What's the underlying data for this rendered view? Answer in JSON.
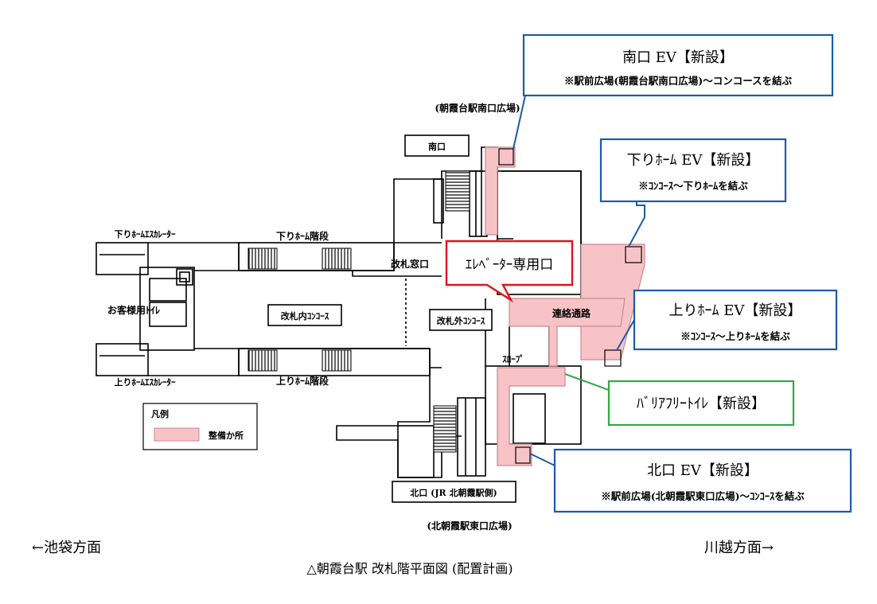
{
  "colors": {
    "highlight": "#f7c3c6",
    "highlight_stroke": "#c98a8f",
    "callout_blue": "#1f5aa8",
    "callout_red": "#e0141e",
    "callout_green": "#33a84a",
    "wall": "#000000"
  },
  "callouts": {
    "south_ev": {
      "title": "南口 EV【新設】",
      "sub": "※駅前広場(朝霞台駅南口広場)～コンコースを結ぶ"
    },
    "down_ev": {
      "title": "下りﾎｰﾑ EV【新設】",
      "sub": "※ｺﾝｺｰｽ～下りﾎｰﾑを結ぶ"
    },
    "up_ev": {
      "title": "上りﾎｰﾑ EV【新設】",
      "sub": "※ｺﾝｺｰｽ～上りﾎｰﾑを結ぶ"
    },
    "barrier_free": {
      "title": "ﾊﾞﾘｱﾌﾘｰﾄｲﾚ【新設】"
    },
    "north_ev": {
      "title": "北口 EV【新設】",
      "sub": "※駅前広場(北朝霞駅東口広場)～ｺﾝｺｰｽを結ぶ"
    },
    "elevator_only": {
      "title": "ｴﾚﾍﾞｰﾀｰ専用口"
    }
  },
  "labels": {
    "south_plaza": "(朝霞台駅南口広場)",
    "south_exit": "南口",
    "down_escalator": "下りﾎｰﾑｴｽｶﾚｰﾀｰ",
    "down_stairs": "下りﾎｰﾑ階段",
    "ticket_office": "改札窓口",
    "restroom": "お客様用ﾄｲﾚ",
    "inside_concourse": "改札内ｺﾝｺｰｽ",
    "outside_concourse": "改札外ｺﾝｺｰｽ",
    "connecting_passage": "連絡通路",
    "slope": "ｽﾛｰﾌﾟ",
    "up_escalator": "上りﾎｰﾑｴｽｶﾚｰﾀｰ",
    "up_stairs": "上りﾎｰﾑ階段",
    "north_exit": "北口 (JR 北朝霞駅側)",
    "north_plaza": "(北朝霞駅東口広場)",
    "ikebukuro": "←池袋方面",
    "kawagoe": "川越方面→",
    "caption": "△朝霞台駅  改札階平面図 (配置計画)"
  },
  "legend": {
    "title": "凡例",
    "item": "整備か所"
  }
}
